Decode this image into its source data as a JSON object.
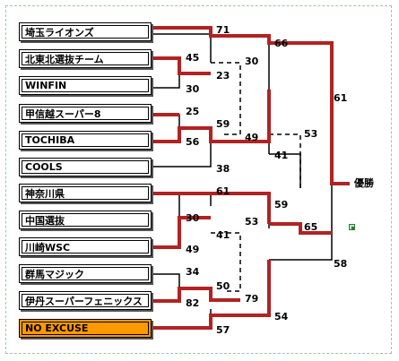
{
  "teams": [
    {
      "name": "埼玉ライオンズ"
    },
    {
      "name": "北東北選抜チーム"
    },
    {
      "name": "WINFIN"
    },
    {
      "name": "甲信越スーパー8"
    },
    {
      "name": "TOCHIBA"
    },
    {
      "name": "COOLS"
    },
    {
      "name": "神奈川県"
    },
    {
      "name": "中国選抜"
    },
    {
      "name": "川崎WSC"
    },
    {
      "name": "群馬マジック"
    },
    {
      "name": "伊丹スーパーフェニックス"
    },
    {
      "name": "NO EXCUSE"
    }
  ],
  "scores": [
    "71",
    "45",
    "30",
    "23",
    "30",
    "66",
    "25",
    "59",
    "56",
    "49",
    "38",
    "41",
    "53",
    "61",
    "61",
    "30",
    "49",
    "53",
    "59",
    "41",
    "50",
    "65",
    "34",
    "82",
    "79",
    "54",
    "57",
    "58"
  ],
  "winner_label": "優勝",
  "colors": {
    "win_line": "#b22222",
    "lose_line": "#000000",
    "highlight": "#ff9900"
  }
}
